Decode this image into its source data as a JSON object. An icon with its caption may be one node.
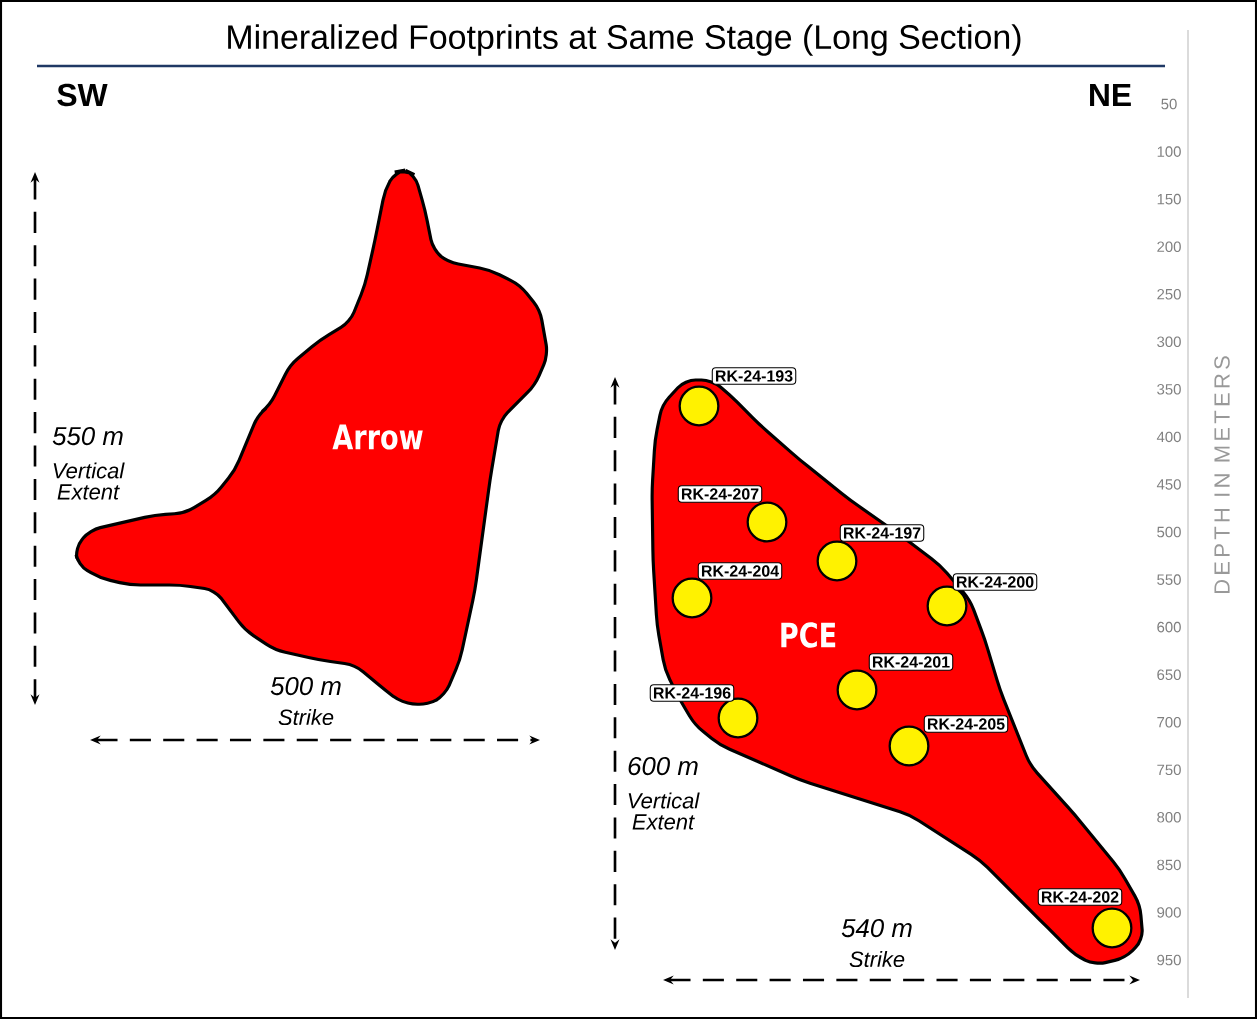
{
  "diagram": {
    "title": "Mineralized Footprints at Same Stage (Long Section)",
    "nodes": [
      {
        "text": [
          "Arrow"
        ]
      },
      {
        "text": [
          "PCE"
        ]
      },
      {
        "text": [],
        "shape": "circle",
        "in": 1,
        "beside": [
          "RK-24-193"
        ]
      },
      {
        "text": [],
        "shape": "circle",
        "in": 1,
        "beside": [
          "RK-24-207"
        ]
      },
      {
        "text": [],
        "shape": "circle",
        "in": 1,
        "beside": [
          "RK-24-197"
        ]
      },
      {
        "text": [],
        "shape": "circle",
        "in": 1,
        "beside": [
          "RK-24-204"
        ]
      },
      {
        "text": [],
        "shape": "circle",
        "in": 1,
        "beside": [
          "RK-24-200"
        ]
      },
      {
        "text": [],
        "shape": "circle",
        "in": 1,
        "beside": [
          "RK-24-201"
        ]
      },
      {
        "text": [],
        "shape": "circle",
        "in": 1,
        "beside": [
          "RK-24-196"
        ]
      },
      {
        "text": [],
        "shape": "circle",
        "in": 1,
        "beside": [
          "RK-24-205"
        ]
      },
      {
        "text": [],
        "shape": "circle",
        "in": 1,
        "beside": [
          "RK-24-202"
        ]
      }
    ],
    "labels": [
      "SW",
      "NE",
      "550 m",
      "Vertical Extent",
      "500 m",
      "Strike",
      "600 m",
      "Vertical Extent",
      "540 m",
      "Strike",
      "50",
      "100",
      "150",
      "200",
      "250",
      "300",
      "350",
      "400",
      "450",
      "500",
      "550",
      "600",
      "650",
      "700",
      "750",
      "800",
      "850",
      "900",
      "950",
      "DEPTH IN METERS"
    ]
  }
}
